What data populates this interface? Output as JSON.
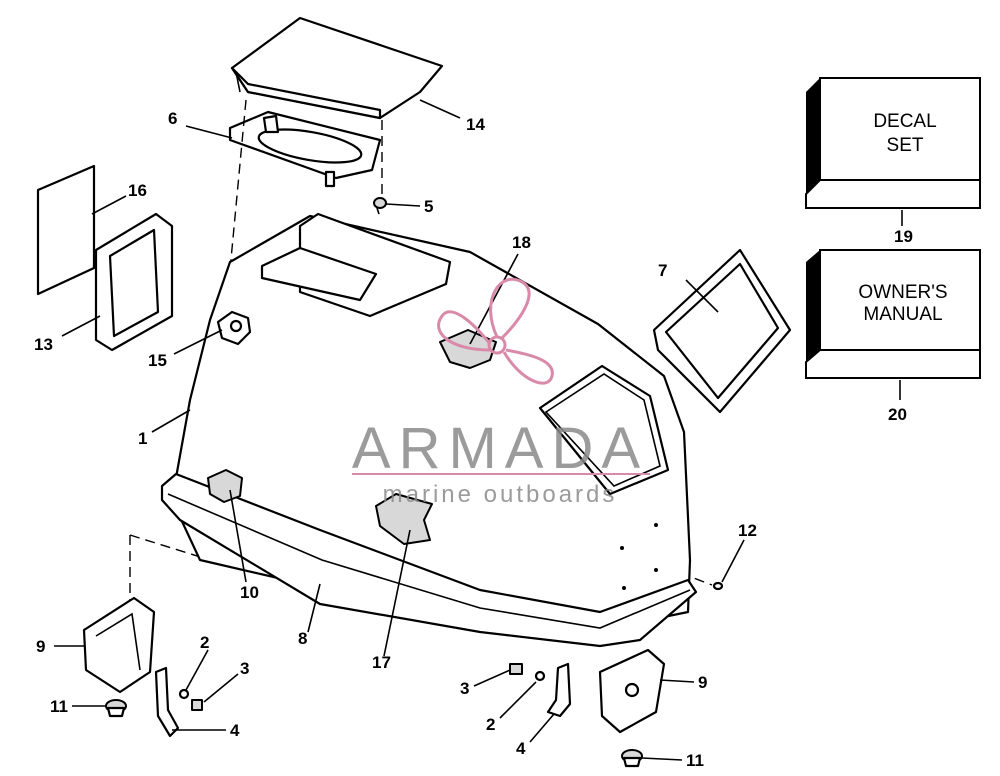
{
  "callouts": [
    {
      "id": "c1",
      "label": "1"
    },
    {
      "id": "c2a",
      "label": "2"
    },
    {
      "id": "c2b",
      "label": "2"
    },
    {
      "id": "c3a",
      "label": "3"
    },
    {
      "id": "c3b",
      "label": "3"
    },
    {
      "id": "c4a",
      "label": "4"
    },
    {
      "id": "c4b",
      "label": "4"
    },
    {
      "id": "c5",
      "label": "5"
    },
    {
      "id": "c6",
      "label": "6"
    },
    {
      "id": "c7",
      "label": "7"
    },
    {
      "id": "c8",
      "label": "8"
    },
    {
      "id": "c9a",
      "label": "9"
    },
    {
      "id": "c9b",
      "label": "9"
    },
    {
      "id": "c10",
      "label": "10"
    },
    {
      "id": "c11a",
      "label": "11"
    },
    {
      "id": "c11b",
      "label": "11"
    },
    {
      "id": "c12",
      "label": "12"
    },
    {
      "id": "c13",
      "label": "13"
    },
    {
      "id": "c14",
      "label": "14"
    },
    {
      "id": "c15",
      "label": "15"
    },
    {
      "id": "c16",
      "label": "16"
    },
    {
      "id": "c17",
      "label": "17"
    },
    {
      "id": "c18",
      "label": "18"
    },
    {
      "id": "c19",
      "label": "19"
    },
    {
      "id": "c20",
      "label": "20"
    }
  ],
  "boxes": {
    "decal_line1": "DECAL",
    "decal_line2": "SET",
    "manual_line1": "OWNER'S",
    "manual_line2": "MANUAL"
  },
  "watermark": {
    "brand": "ARMADA",
    "tagline": "marine outboards",
    "logo_color": "#d98aa8"
  }
}
